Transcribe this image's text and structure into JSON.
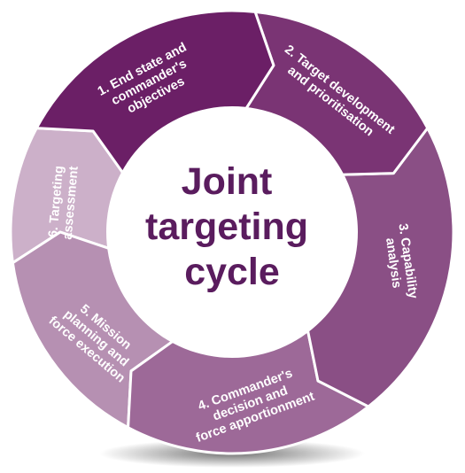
{
  "title_lines": [
    "Joint",
    "targeting",
    "cycle"
  ],
  "segments": [
    {
      "label_lines": [
        "1. End state and",
        "commander's",
        "objectives"
      ],
      "color": "#6b1f66"
    },
    {
      "label_lines": [
        "2. Target development",
        "and prioritisation"
      ],
      "color": "#7a3474"
    },
    {
      "label_lines": [
        "3. Capability",
        "analysis"
      ],
      "color": "#8a4f85"
    },
    {
      "label_lines": [
        "4. Commander's",
        "decision and",
        "force apportionment"
      ],
      "color": "#9d6998"
    },
    {
      "label_lines": [
        "5. Mission",
        "planning and",
        "force execution"
      ],
      "color": "#b690b2"
    },
    {
      "label_lines": [
        "6. Targeting",
        "assessment"
      ],
      "color": "#ccb0c9"
    }
  ],
  "colors": {
    "title": "#5a1c5e",
    "inner_circle": "#ffffff",
    "label_text": "#ffffff"
  }
}
